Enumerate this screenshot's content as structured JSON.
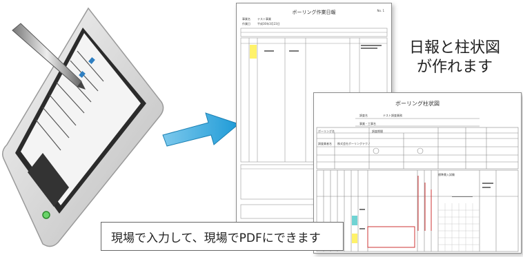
{
  "headline": {
    "line1": "日報と柱状図",
    "line2": "が作れます"
  },
  "caption": "現場で入力して、現場でPDFにできます",
  "daily_report": {
    "title": "ボーリング作業日報",
    "page_no": "No. 1",
    "fields": {
      "project_label": "事業名",
      "project_value": "テスト事業",
      "record_label": "作業日",
      "record_value": "平成30年3月23日"
    }
  },
  "columnar": {
    "title": "ボーリング柱状図",
    "project_label": "調査名",
    "project_value": "テスト調査業務",
    "section_label": "事業・工事名",
    "boring_label": "ボーリング名",
    "period_label": "調査期間",
    "company_label": "調査業者名",
    "company_value": "株式会社ボーリングテクノ",
    "test_label": "標準貫入試験"
  },
  "colors": {
    "arrow": "#1f9bd7",
    "device_body": "#d8d8d8",
    "screen": "#2a2a2a",
    "highlight_yellow": "#fff26a",
    "highlight_cyan": "#6fd3d3",
    "red_box": "#cc3333"
  }
}
